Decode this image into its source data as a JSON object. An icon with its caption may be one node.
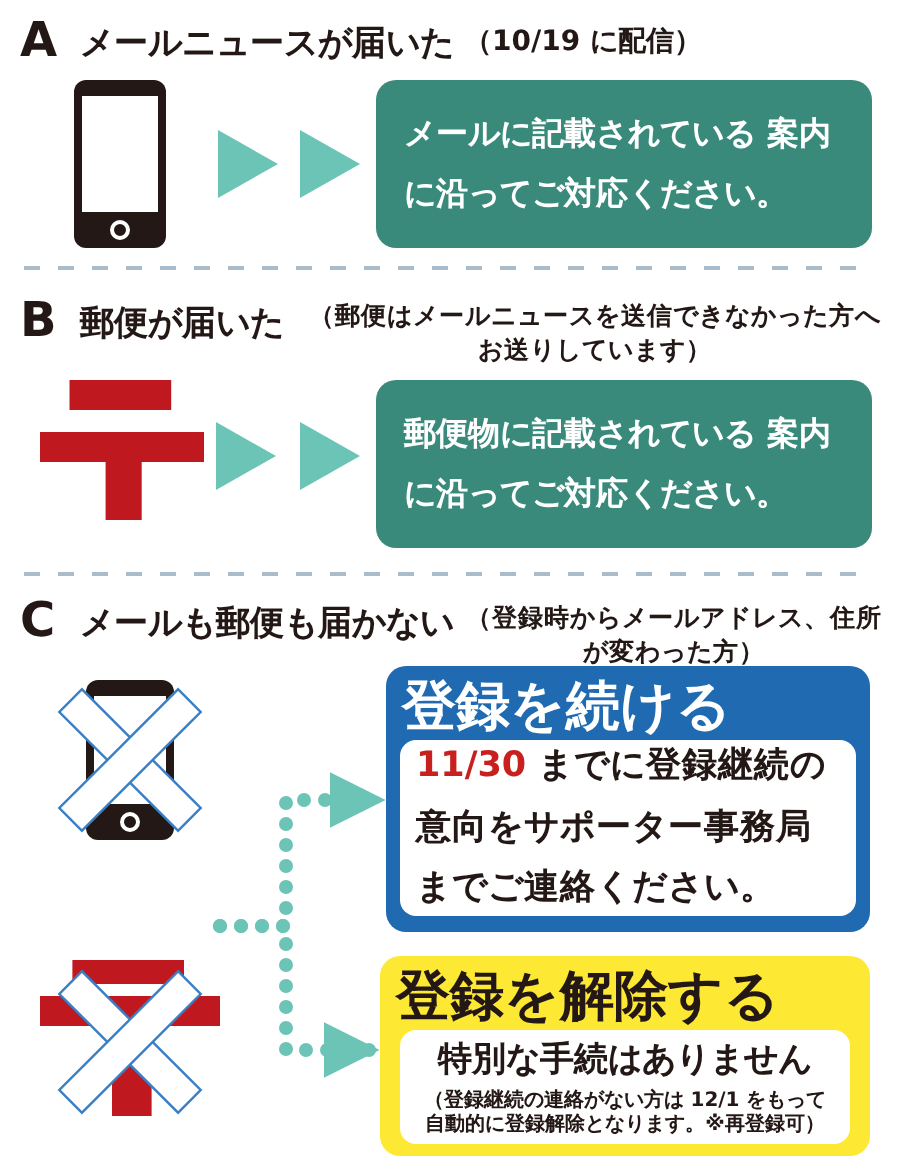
{
  "diagram": {
    "nodes": [
      {
        "text": [],
        "shape": "phone"
      },
      {
        "text": [
          "メールに記載されている 案内に沿ってご対応ください。"
        ]
      },
      {
        "text": [],
        "shape": "mark"
      },
      {
        "text": [
          "郵便物に記載されている 案内に沿ってご対応ください。"
        ]
      },
      {
        "text": [],
        "shape": "phone"
      },
      {
        "text": [],
        "shape": "mark"
      },
      {
        "text": [
          "登録を続ける"
        ]
      },
      {
        "text": [
          "**11/30** までに登録継続の意向をサポーター事務局までご連絡ください。"
        ],
        "in": 6
      },
      {
        "text": [
          "登録を解除する"
        ]
      },
      {
        "text": [
          "特別な手続はありません",
          "（登録継続の連絡がない方は 12/1 をもって自動的に登録解除となります。※再登録可）"
        ],
        "in": 8
      }
    ],
    "edges": [
      {
        "from": 0,
        "to": 1,
        "arrow": "to"
      },
      {
        "from": 2,
        "to": 3,
        "arrow": "to"
      },
      {
        "from": null,
        "to": 6,
        "arrow": "to",
        "style": "dashed"
      },
      {
        "from": null,
        "to": 8,
        "arrow": "to",
        "style": "dashed"
      }
    ],
    "labels": [
      "A",
      "メールニュースが届いた",
      "（10/19 に配信）",
      "B",
      "郵便が届いた",
      "（郵便はメールニュースを送信できなかった方へお送りしています）",
      "C",
      "メールも郵便も届かない",
      "（登録時からメールアドレス、住所が変わった方）"
    ]
  }
}
